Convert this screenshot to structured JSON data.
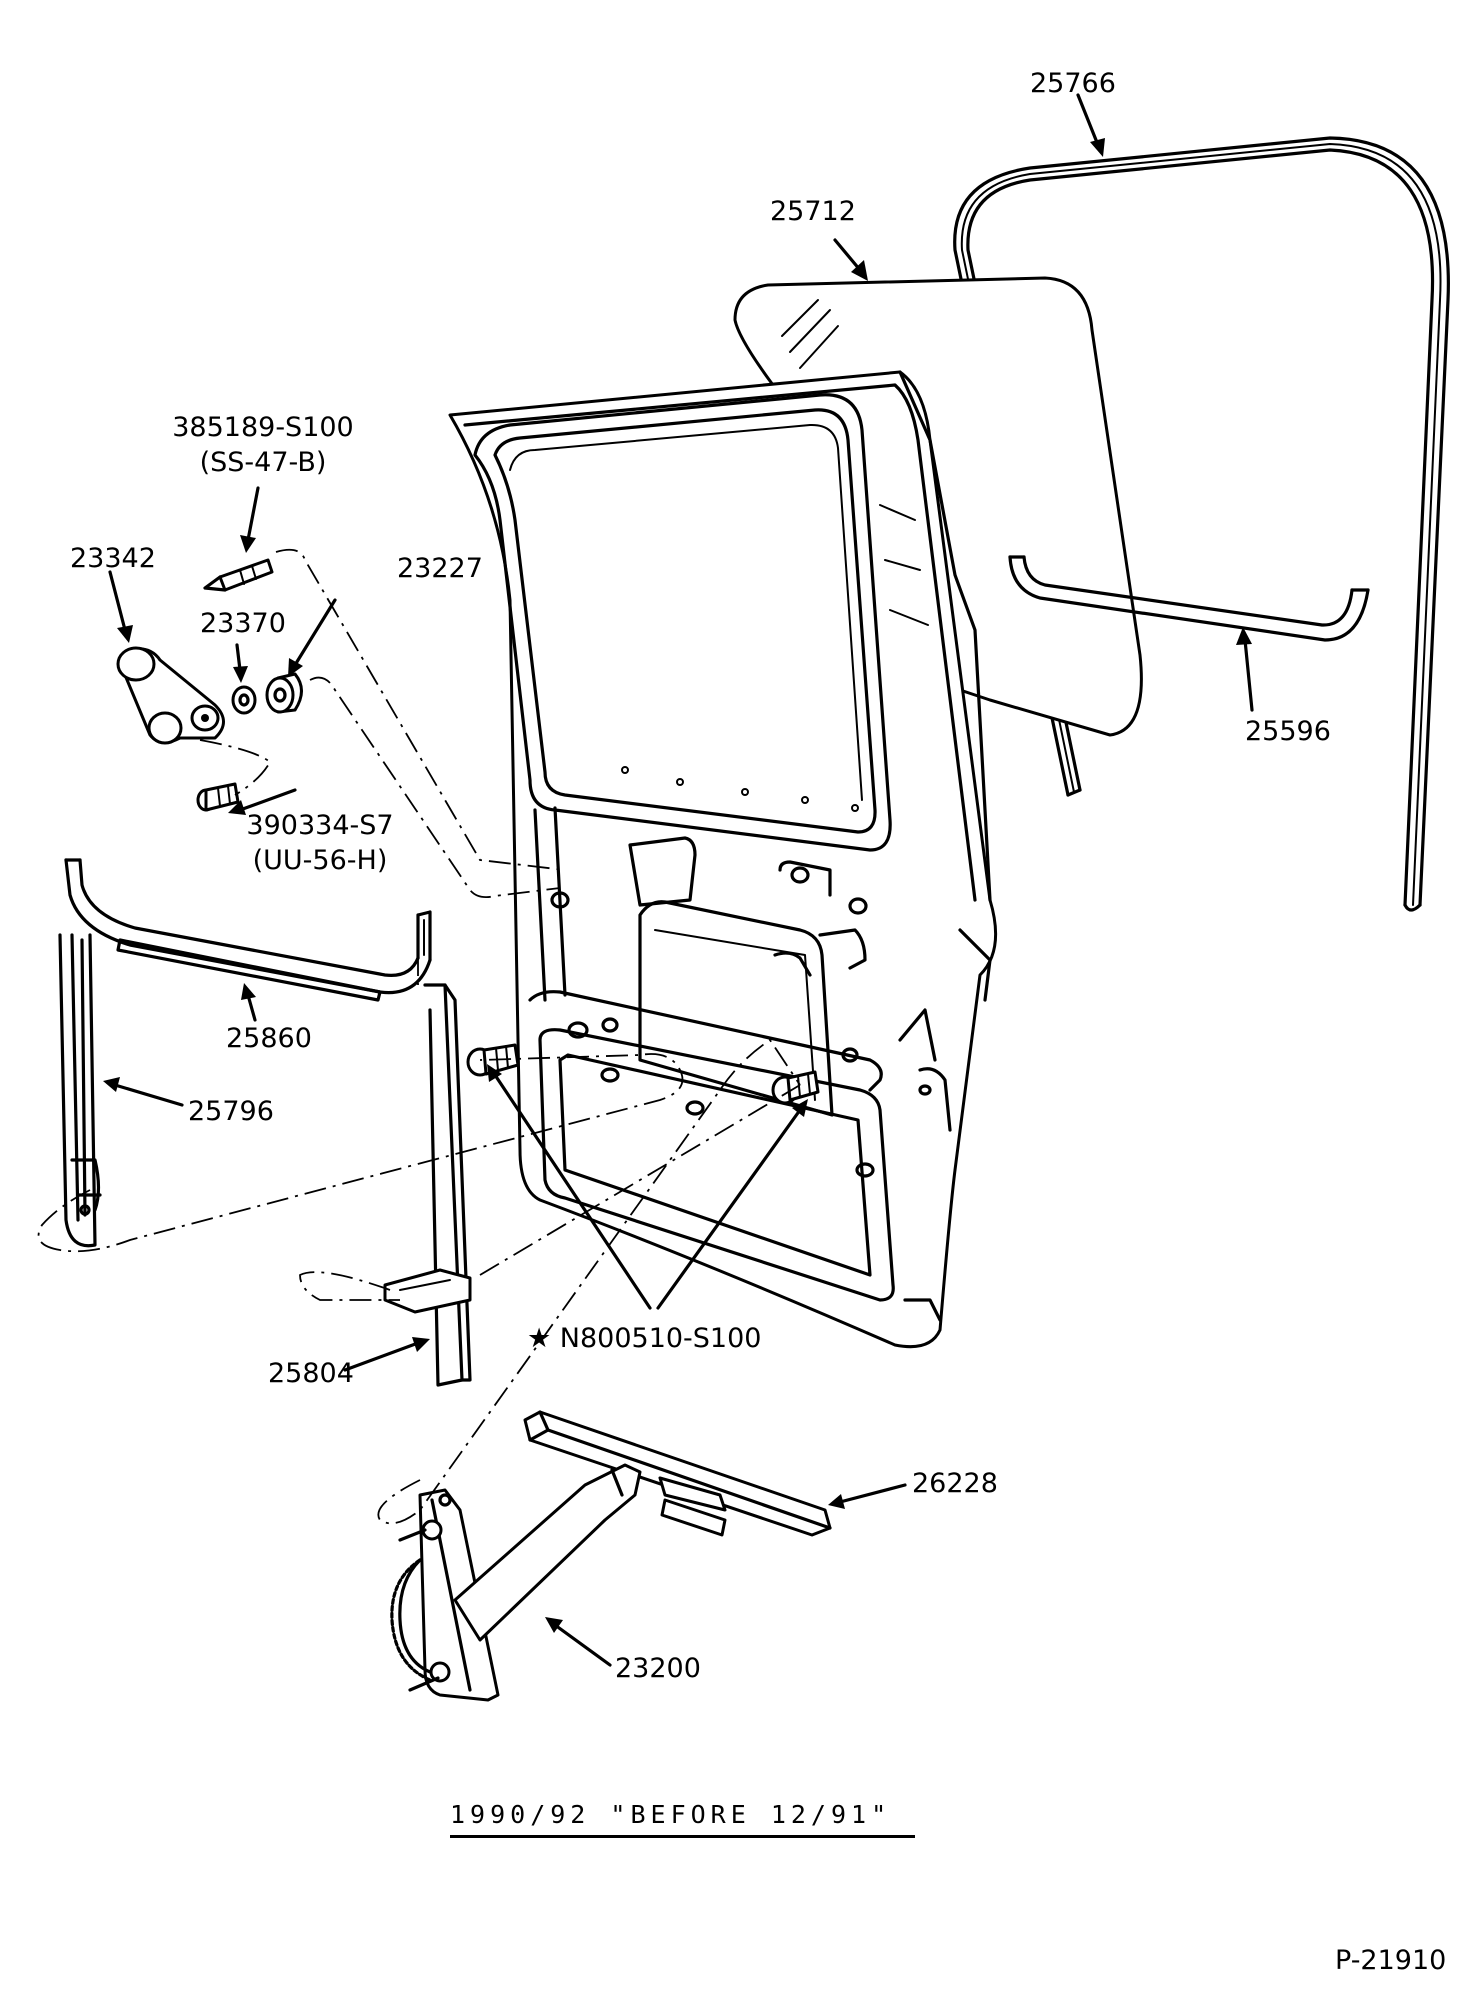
{
  "diagram": {
    "labels": [
      {
        "id": "glass-run-25766",
        "text": "25766"
      },
      {
        "id": "door-glass-25712",
        "text": "25712"
      },
      {
        "id": "bolt-385189",
        "text": "385189-S100",
        "sub": "(SS-47-B)"
      },
      {
        "id": "handle-23342",
        "text": "23342"
      },
      {
        "id": "bushing-23227",
        "text": "23227"
      },
      {
        "id": "washer-23370",
        "text": "23370"
      },
      {
        "id": "channel-25596",
        "text": "25596"
      },
      {
        "id": "screw-390334",
        "text": "390334-S7",
        "sub": "(UU-56-H)"
      },
      {
        "id": "run-25860",
        "text": "25860"
      },
      {
        "id": "run-25796",
        "text": "25796"
      },
      {
        "id": "bolt-n800510",
        "text": "★ N800510-S100"
      },
      {
        "id": "run-25804",
        "text": "25804"
      },
      {
        "id": "channel-26228",
        "text": "26228"
      },
      {
        "id": "regulator-23200",
        "text": "23200"
      }
    ],
    "caption": "1990/92  \"BEFORE 12/91\"",
    "figure_number": "P-21910"
  }
}
